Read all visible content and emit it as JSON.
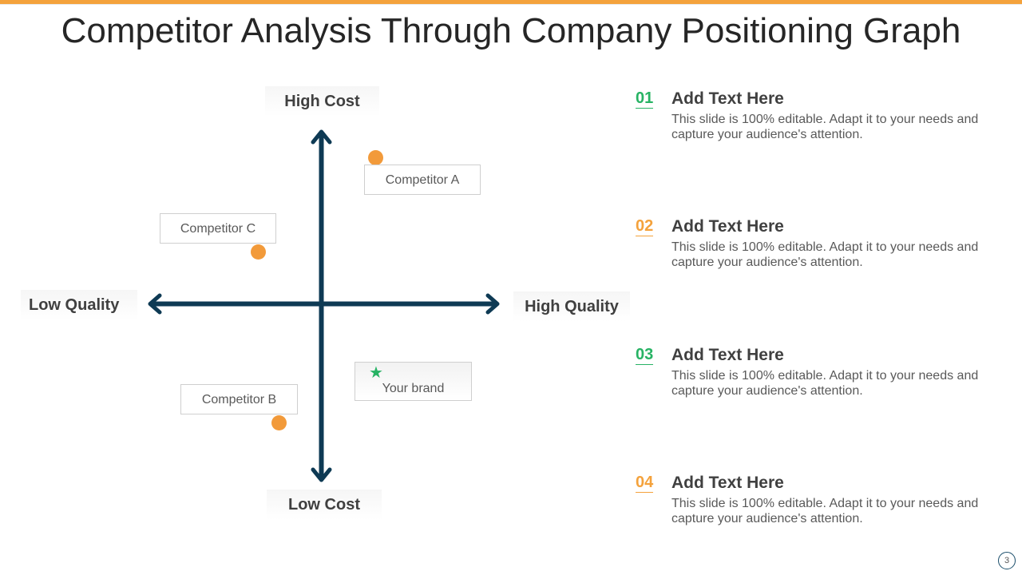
{
  "slide": {
    "title": "Competitor Analysis Through Company Positioning Graph",
    "page_number": "3"
  },
  "colors": {
    "accent_orange": "#f4a23c",
    "axis": "#0e3a54",
    "dot": "#f29a3a",
    "green": "#27b364",
    "orange_number": "#f4a23c"
  },
  "graph": {
    "axis_labels": {
      "top": "High Cost",
      "bottom": "Low Cost",
      "left": "Low Quality",
      "right": "High Quality"
    },
    "competitors": [
      {
        "label": "Competitor A",
        "marker": "orange-dot"
      },
      {
        "label": "Competitor C",
        "marker": "orange-dot"
      },
      {
        "label": "Competitor B",
        "marker": "orange-dot"
      }
    ],
    "brand": {
      "label": "Your brand",
      "marker": "green-star-icon"
    }
  },
  "items": [
    {
      "number": "01",
      "number_color": "#27b364",
      "heading": "Add Text Here",
      "body": "This slide is 100% editable. Adapt it to your needs and capture your audience's attention."
    },
    {
      "number": "02",
      "number_color": "#f4a23c",
      "heading": "Add Text Here",
      "body": "This slide is 100% editable. Adapt it to your needs and capture your audience's attention."
    },
    {
      "number": "03",
      "number_color": "#27b364",
      "heading": "Add Text Here",
      "body": "This slide is 100% editable. Adapt it to your needs and capture your audience's attention."
    },
    {
      "number": "04",
      "number_color": "#f4a23c",
      "heading": "Add Text Here",
      "body": "This slide is 100% editable. Adapt it to your needs and capture your audience's attention."
    }
  ]
}
